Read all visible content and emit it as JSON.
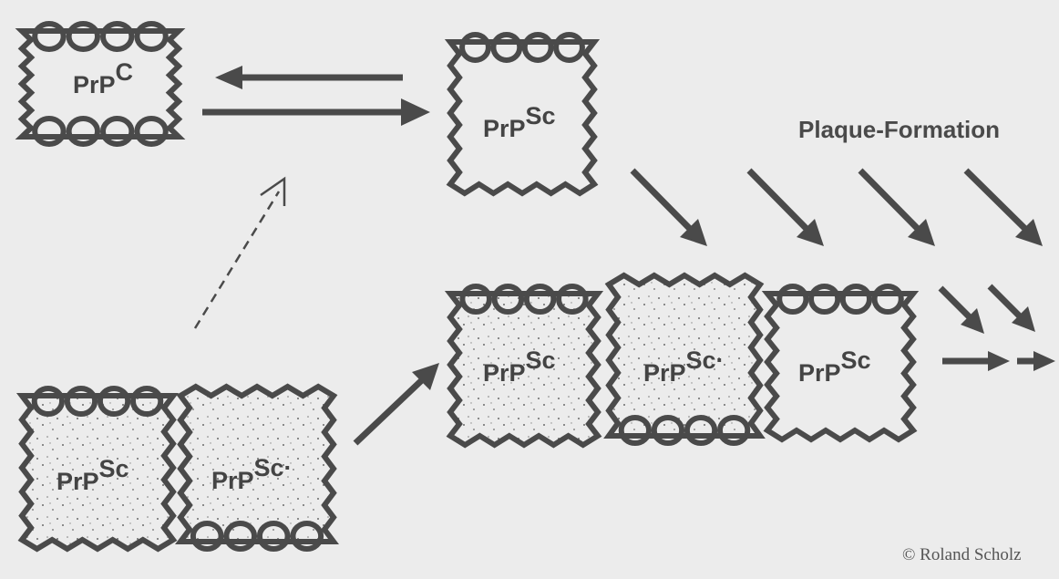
{
  "background": "#ececec",
  "ink": "#4a4a4a",
  "labels": {
    "prpc_main": "PrP",
    "prpc_sup": "C",
    "prpsc_main": "PrP",
    "prpsc_sup": "Sc",
    "prpsc_sup_dot": "Sc·"
  },
  "title": "Plaque-Formation",
  "copyright": "© Roland Scholz",
  "molecules": [
    {
      "id": "prpc",
      "label_sup_key": "prpc_sup",
      "coils": "top-bottom",
      "stippled": false
    },
    {
      "id": "prpsc-top",
      "label_sup_key": "prpsc_sup",
      "coils": "top",
      "stippled": false
    },
    {
      "id": "prpsc-bl1",
      "label_sup_key": "prpsc_sup",
      "coils": "top",
      "stippled": true
    },
    {
      "id": "prpsc-bl2",
      "label_sup_key": "prpsc_sup_dot",
      "coils": "bottom",
      "stippled": true
    },
    {
      "id": "prpsc-mr1",
      "label_sup_key": "prpsc_sup",
      "coils": "top",
      "stippled": true
    },
    {
      "id": "prpsc-mr2",
      "label_sup_key": "prpsc_sup_dot",
      "coils": "bottom",
      "stippled": true
    },
    {
      "id": "prpsc-mr3",
      "label_sup_key": "prpsc_sup",
      "coils": "top",
      "stippled": false
    }
  ]
}
